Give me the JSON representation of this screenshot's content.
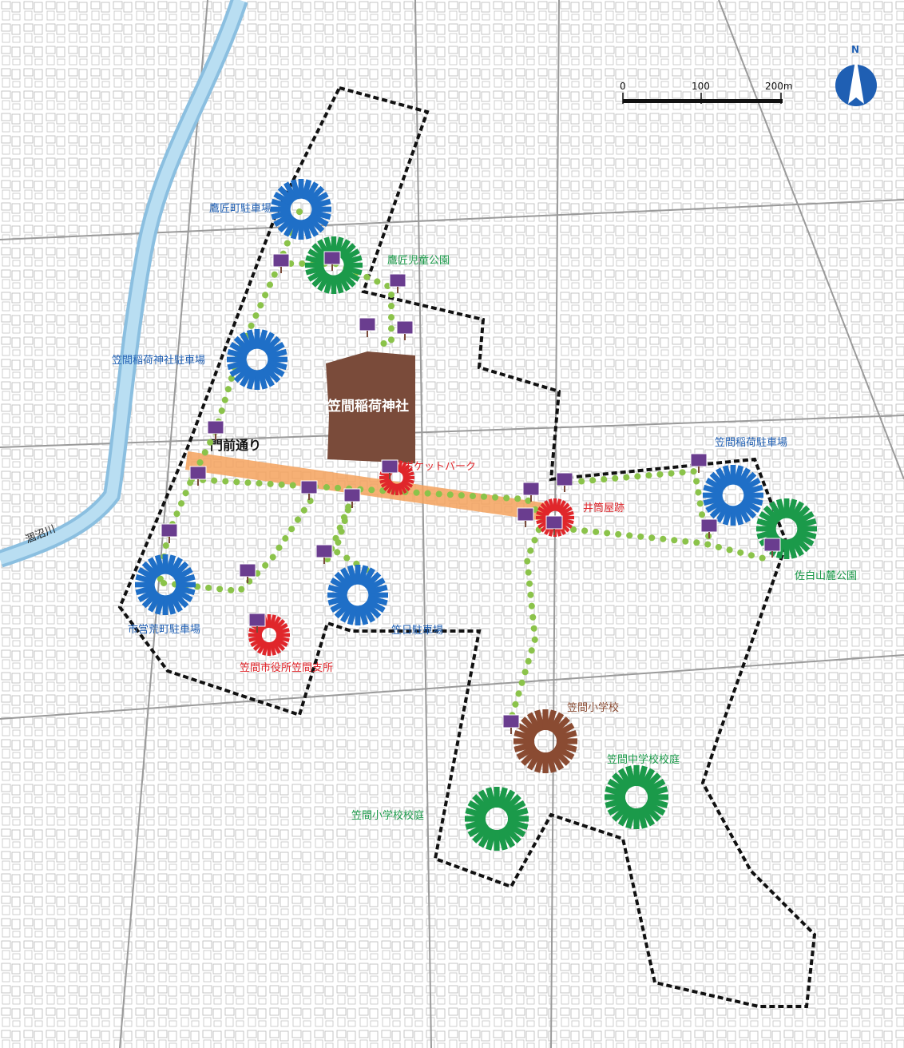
{
  "map": {
    "river_label": "涸沼川",
    "shrine_label": "笠間稲荷神社",
    "street_label": "門前通り",
    "scale_bar": {
      "ticks": [
        "0",
        "100",
        "200m"
      ]
    },
    "north_label": "N",
    "colors": {
      "boundary": "#111111",
      "route": "#8bc34a",
      "street": "#f5a25d",
      "shrine": "#7a4b3a",
      "parking": "#1f6fc7",
      "park": "#1b9a4a",
      "facility": "#e0262b",
      "school": "#8a4b32",
      "sign": "#6a3d8f",
      "river": "#a9d4ee"
    },
    "places": {
      "parking_takumimachi": "鷹匠町駐車場",
      "park_takumi_children": "鷹匠児童公園",
      "parking_inari_shrine": "笠間稲荷神社駐車場",
      "pocket_park": "ポケットパーク",
      "idoya_ruins": "井筒屋跡",
      "parking_inari_east": "笠間稲荷駐車場",
      "park_sashiroyama": "佐白山麓公園",
      "parking_shiyakusho_arai": "市営荒町駐車場",
      "parking_kasahi": "笠日駐車場",
      "city_office_branch": "笠間市役所笠間支所",
      "kasama_elementary": "笠間小学校",
      "elementary_yard": "笠間小学校校庭",
      "junior_high_yard": "笠間中学校校庭"
    }
  }
}
